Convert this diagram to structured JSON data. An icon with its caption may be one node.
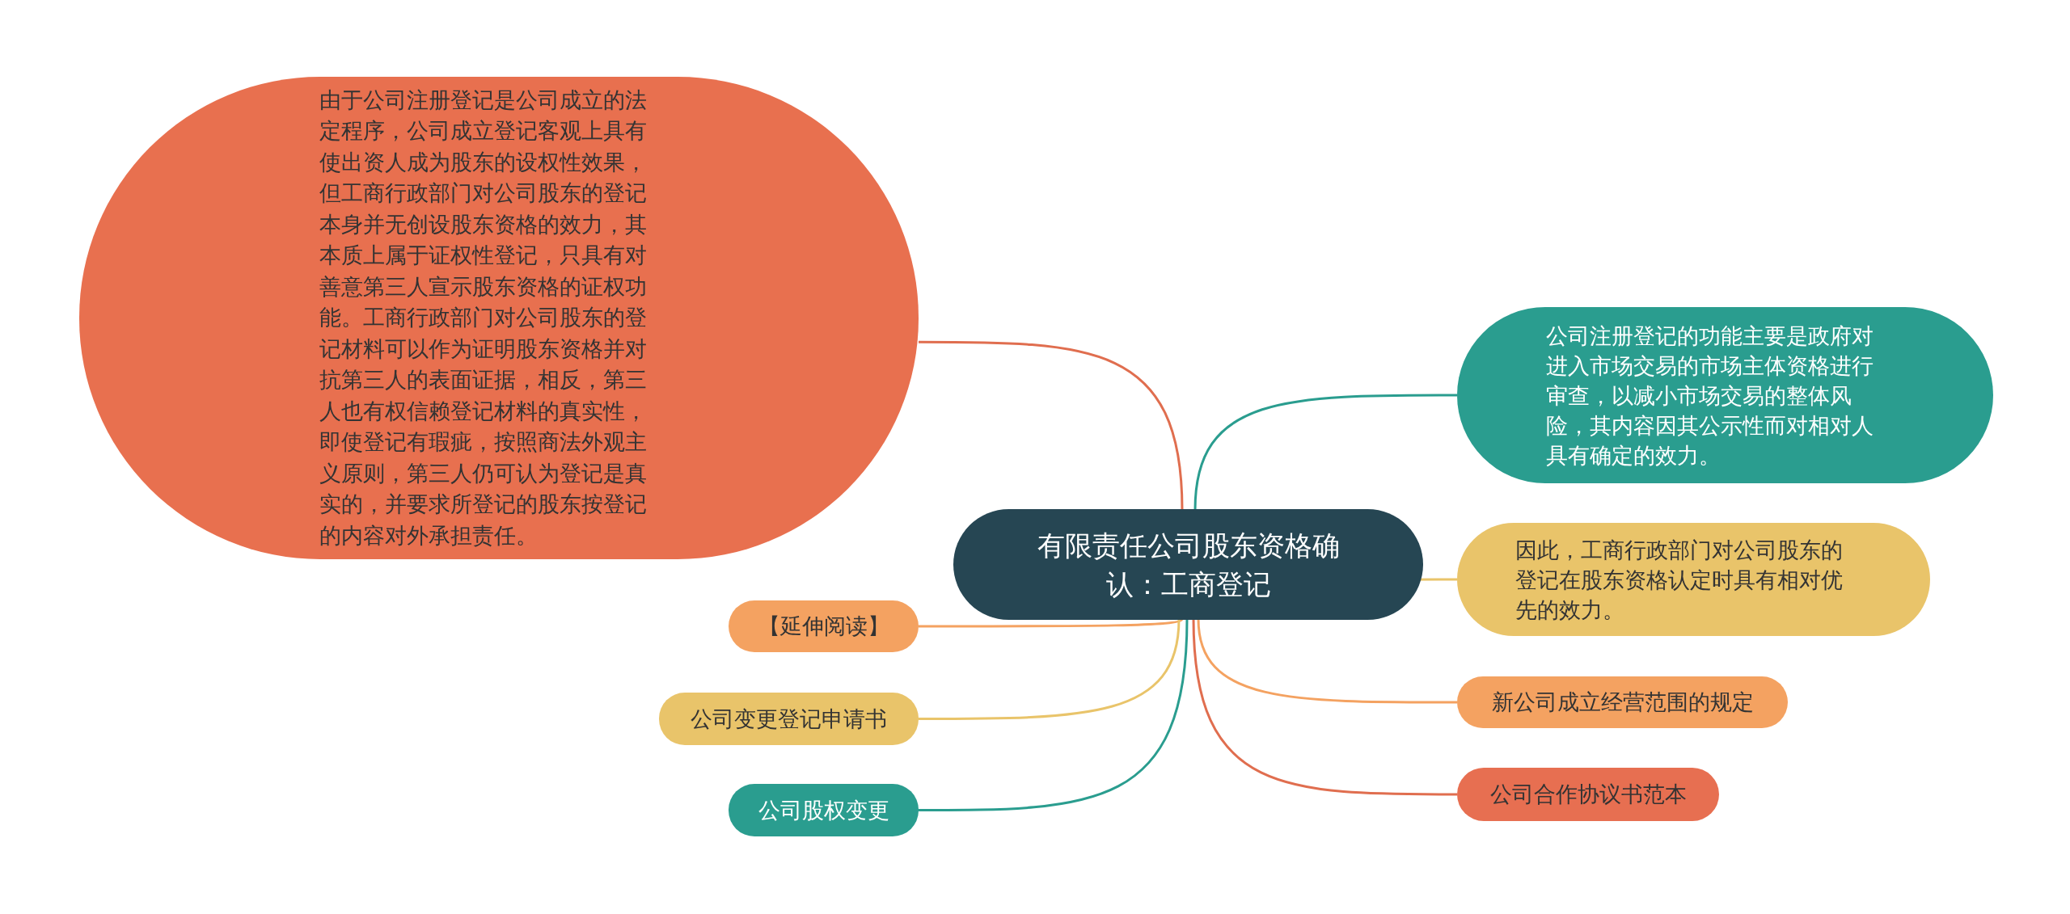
{
  "diagram": {
    "nodes": [
      {
        "text": [
          "有限责任公司股东资格确认：工商登记"
        ]
      },
      {
        "text": [
          "由于公司注册登记是公司成立的法定程序，公司成立登记客观上具有使出资人成为股东的设权性效果，但工商行政部门对公司股东的登记本身并无创设股东资格的效力，其本质上属于证权性登记，只具有对善意第三人宣示股东资格的证权功能。工商行政部门对公司股东的登记材料可以作为证明股东资格并对抗第三人的表面证据，相反，第三人也有权信赖登记材料的真实性，即使登记有瑕疵，按照商法外观主义原则，第三人仍可认为登记是真实的，并要求所登记的股东按登记的内容对外承担责任。"
        ]
      },
      {
        "text": [
          "公司注册登记的功能主要是政府对进入市场交易的市场主体资格进行审查，以减小市场交易的整体风险，其内容因其公示性而对相对人具有确定的效力。"
        ]
      },
      {
        "text": [
          "因此，工商行政部门对公司股东的登记在股东资格认定时具有相对优先的效力。"
        ]
      },
      {
        "text": [
          "新公司成立经营范围的规定"
        ]
      },
      {
        "text": [
          "公司合作协议书范本"
        ]
      },
      {
        "text": [
          "【延伸阅读】"
        ]
      },
      {
        "text": [
          "公司变更登记申请书"
        ]
      },
      {
        "text": [
          "公司股权变更"
        ]
      }
    ],
    "edges": [
      {
        "from": 0,
        "to": 1,
        "arrow": "none",
        "color": "#e06e4f"
      },
      {
        "from": 0,
        "to": 2,
        "arrow": "none",
        "color": "#2a9d8f"
      },
      {
        "from": 0,
        "to": 3,
        "arrow": "none",
        "color": "#e9c46a"
      },
      {
        "from": 0,
        "to": 4,
        "arrow": "none",
        "color": "#f4a261"
      },
      {
        "from": 0,
        "to": 5,
        "arrow": "none",
        "color": "#e06e4f"
      },
      {
        "from": 0,
        "to": 6,
        "arrow": "none",
        "color": "#f4a261"
      },
      {
        "from": 0,
        "to": 7,
        "arrow": "none",
        "color": "#e9c46a"
      },
      {
        "from": 0,
        "to": 8,
        "arrow": "none",
        "color": "#2a9d8f"
      }
    ]
  }
}
